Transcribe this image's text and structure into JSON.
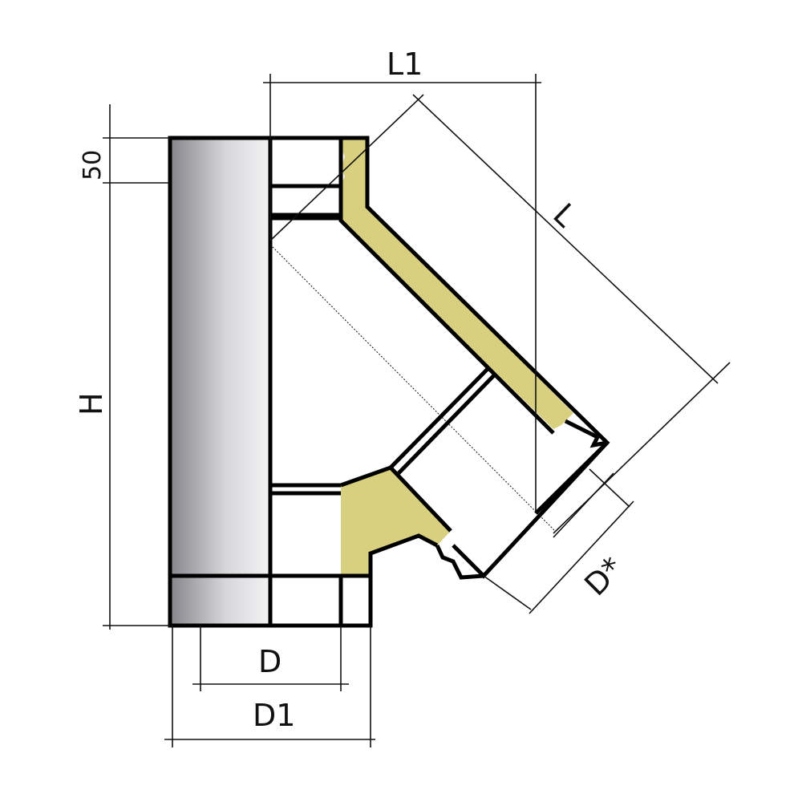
{
  "title": "Y-branch chimney tee (45°) dimension drawing",
  "labels": {
    "l1": "L1",
    "l": "L",
    "h": "H",
    "fifty": "50",
    "d": "D",
    "d1": "D1",
    "d_star": "D*"
  },
  "colors": {
    "insulation": "#d8cf7f",
    "outline": "#000000",
    "pipe_dark": "#8a8b90",
    "pipe_light": "#eeeeef"
  }
}
